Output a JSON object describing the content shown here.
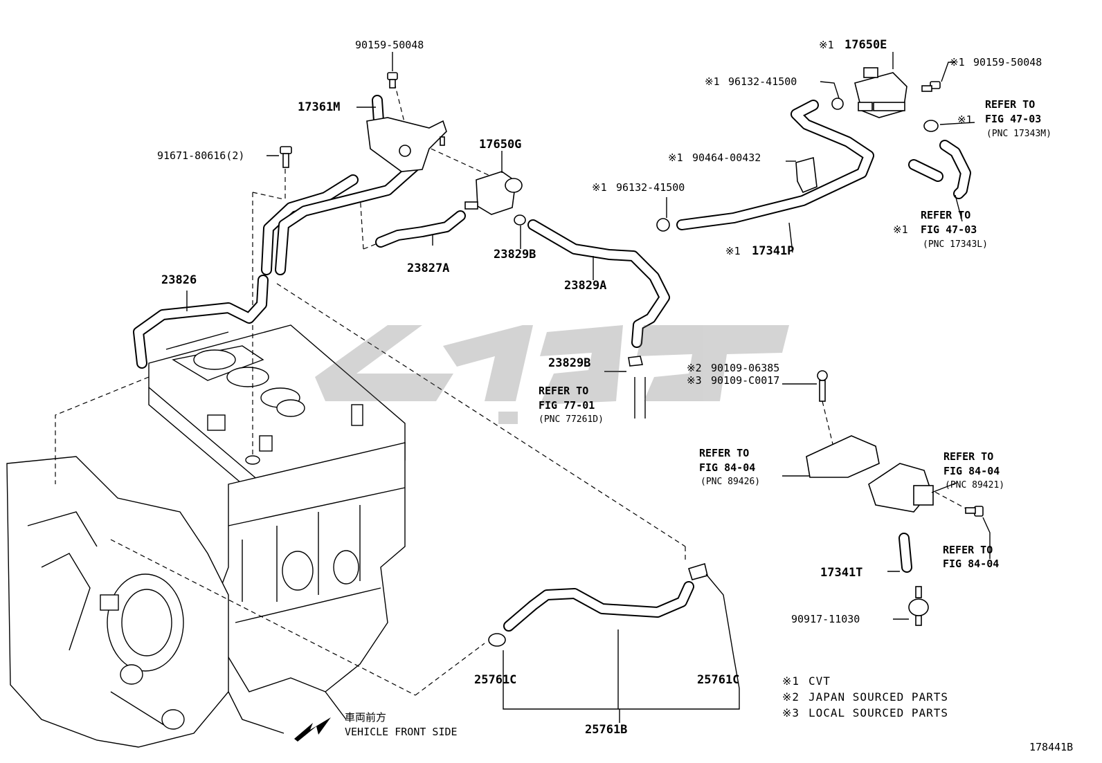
{
  "diagram": {
    "figure_id": "178441B",
    "part_labels": {
      "p90159_50048_top": "90159-50048",
      "p17361M": "17361M",
      "p91671_80616": "91671-80616(2)",
      "p17650G": "17650G",
      "p23827A": "23827A",
      "p23829B_upper": "23829B",
      "p23829A": "23829A",
      "p23826": "23826",
      "p23829B_lower": "23829B",
      "p17650E": "17650E",
      "p96132_41500_a": "96132-41500",
      "p90159_50048_right": "90159-50048",
      "p90464_00432": "90464-00432",
      "p96132_41500_b": "96132-41500",
      "p17341P": "17341P",
      "p90109_06385": "90109-06385",
      "p90109_C0017": "90109-C0017",
      "p17341T": "17341T",
      "p90917_11030": "90917-11030",
      "p25761C_left": "25761C",
      "p25761C_right": "25761C",
      "p25761B": "25761B"
    },
    "markers": {
      "m1": "※1",
      "m2": "※2",
      "m3": "※3"
    },
    "refer_blocks": {
      "r77": {
        "line1": "REFER TO",
        "line2": "FIG 77-01",
        "pnc": "(PNC 77261D)"
      },
      "r47m": {
        "line1": "REFER TO",
        "line2": "FIG 47-03",
        "pnc": "(PNC 17343M)"
      },
      "r47l": {
        "line1": "REFER TO",
        "line2": "FIG 47-03",
        "pnc": "(PNC 17343L)"
      },
      "r84a": {
        "line1": "REFER TO",
        "line2": "FIG 84-04",
        "pnc": "(PNC 89426)"
      },
      "r84b": {
        "line1": "REFER TO",
        "line2": "FIG 84-04",
        "pnc": "(PNC 89421)"
      },
      "r84c": {
        "line1": "REFER TO",
        "line2": "FIG 84-04"
      }
    },
    "legend": [
      {
        "mark": "※1",
        "text": "CVT"
      },
      {
        "mark": "※2",
        "text": "JAPAN SOURCED PARTS"
      },
      {
        "mark": "※3",
        "text": "LOCAL SOURCED PARTS"
      }
    ],
    "direction": {
      "japanese": "車両前方",
      "english": "VEHICLE FRONT SIDE"
    },
    "icons": [
      "front-direction-arrow-icon",
      "watermark-logo-icon"
    ]
  }
}
